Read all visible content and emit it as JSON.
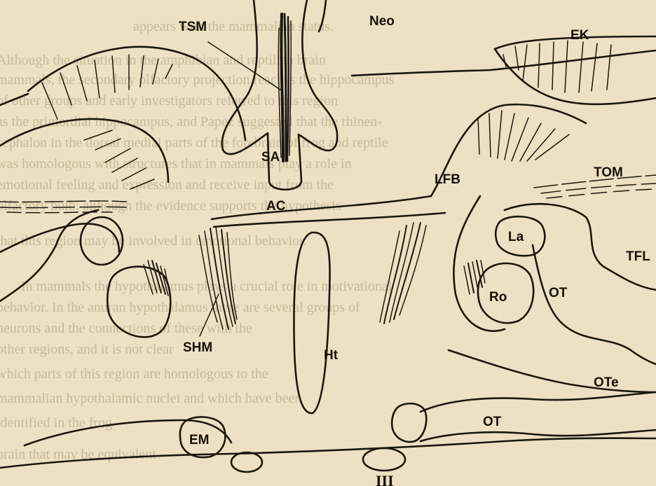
{
  "background_text": [
    "appears with the mammalian status.",
    "Although the situation in the amphibian and reptilian brain",
    "mammals, the secondary olfactory projection reaches the hippocampus",
    "of other groups and early investigators referred to this region",
    "as the primordial hippocampus, and Papez suggested that the rhinen-",
    "cephalon in the dorsal medial parts of the forebrain of frog and reptile",
    "was homologous with structures that in mammals play a role in",
    "emotional feeling and expression and receive input from the",
    "olfactory bulb; although the evidence supports the hypothesis",
    "that this region may be involved in emotional behavior.",
    "In mammals the hypothalamus plays a crucial role in motivational",
    "behavior. In the anuran hypothalamus there are several groups of",
    "neurons and the connections of these with the",
    "other regions, and it is not clear",
    "which parts of this region are homologous to the",
    "mammalian hypothalamic nuclei and which have been",
    "identified in the frog",
    "brain that may be equivalent"
  ],
  "labels": {
    "tsm": "TSM",
    "neo": "Neo",
    "ek": "EK",
    "sa": "SA",
    "tom": "TOM",
    "lfb": "LFB",
    "ac": "AC",
    "la": "La",
    "tfl": "TFL",
    "ot_upper": "OT",
    "ro": "Ro",
    "shm": "SHM",
    "ht": "Ht",
    "ote": "OTe",
    "ot_lower": "OT",
    "em": "EM",
    "iii": "III"
  },
  "colors": {
    "paper": "#eee0c2",
    "ink": "#1a1610",
    "bleed": "#c9b99c"
  }
}
